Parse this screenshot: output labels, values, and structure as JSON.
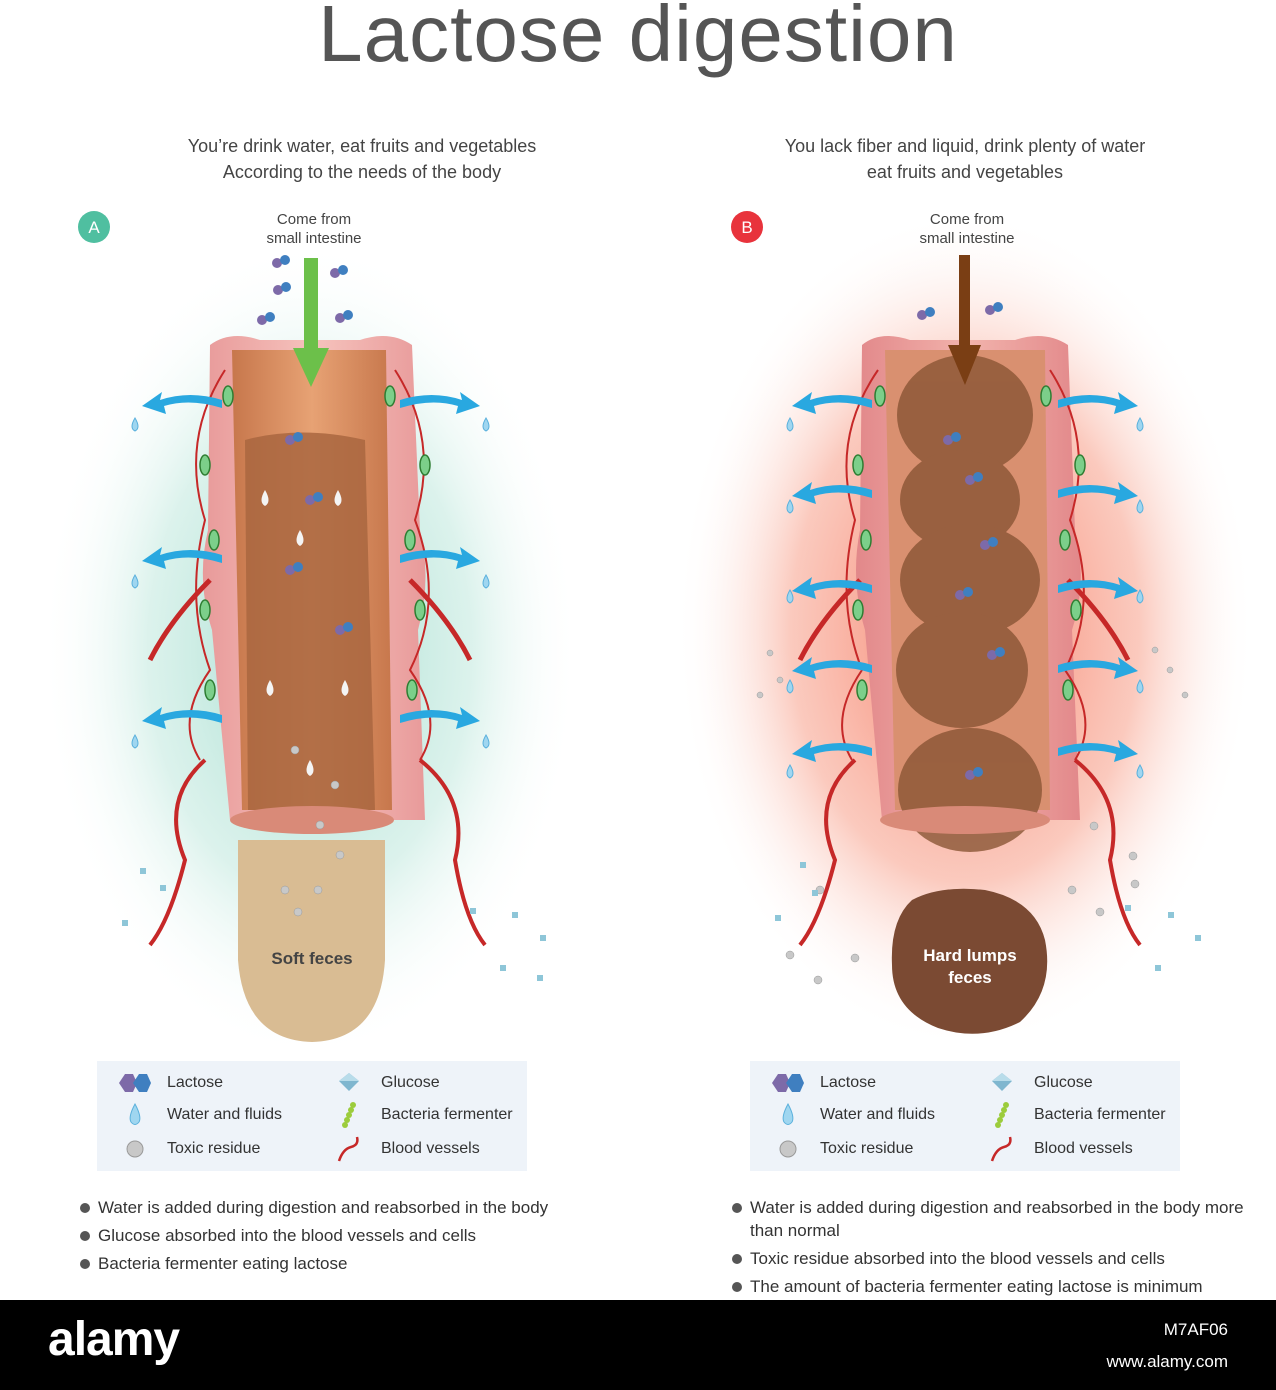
{
  "title": "Lactose digestion",
  "panel_a": {
    "badge": "A",
    "badge_color": "#4fbfa0",
    "subtitle_line1": "You’re drink water, eat fruits and vegetables",
    "subtitle_line2": "According to the needs of the body",
    "source_line1": "Come from",
    "source_line2": "small intestine",
    "output_label": "Soft feces",
    "arrow_color": "#6cc04a",
    "glow_color": "#8fd5c4",
    "bullets": [
      "Water is added during digestion and reabsorbed in the body",
      "Glucose absorbed into the blood vessels and cells",
      "Bacteria fermenter eating lactose"
    ]
  },
  "panel_b": {
    "badge": "B",
    "badge_color": "#e8333c",
    "subtitle_line1": "You lack fiber and liquid, drink plenty of water",
    "subtitle_line2": "eat fruits and vegetables",
    "source_line1": "Come from",
    "source_line2": "small intestine",
    "output_label_line1": "Hard lumps",
    "output_label_line2": "feces",
    "arrow_color": "#7a3e14",
    "glow_color": "#f46c52",
    "bullets": [
      "Water is added during digestion and reabsorbed in the body more than normal",
      "Toxic residue absorbed into the blood vessels and cells",
      "The amount of bacteria fermenter eating lactose is minimum"
    ]
  },
  "legend": {
    "lactose": "Lactose",
    "glucose": "Glucose",
    "water": "Water and fluids",
    "bacteria": "Bacteria fermenter",
    "toxic": "Toxic residue",
    "blood": "Blood vessels"
  },
  "footer": {
    "logo": "alamy",
    "image_id": "M7AF06",
    "url": "www.alamy.com"
  }
}
